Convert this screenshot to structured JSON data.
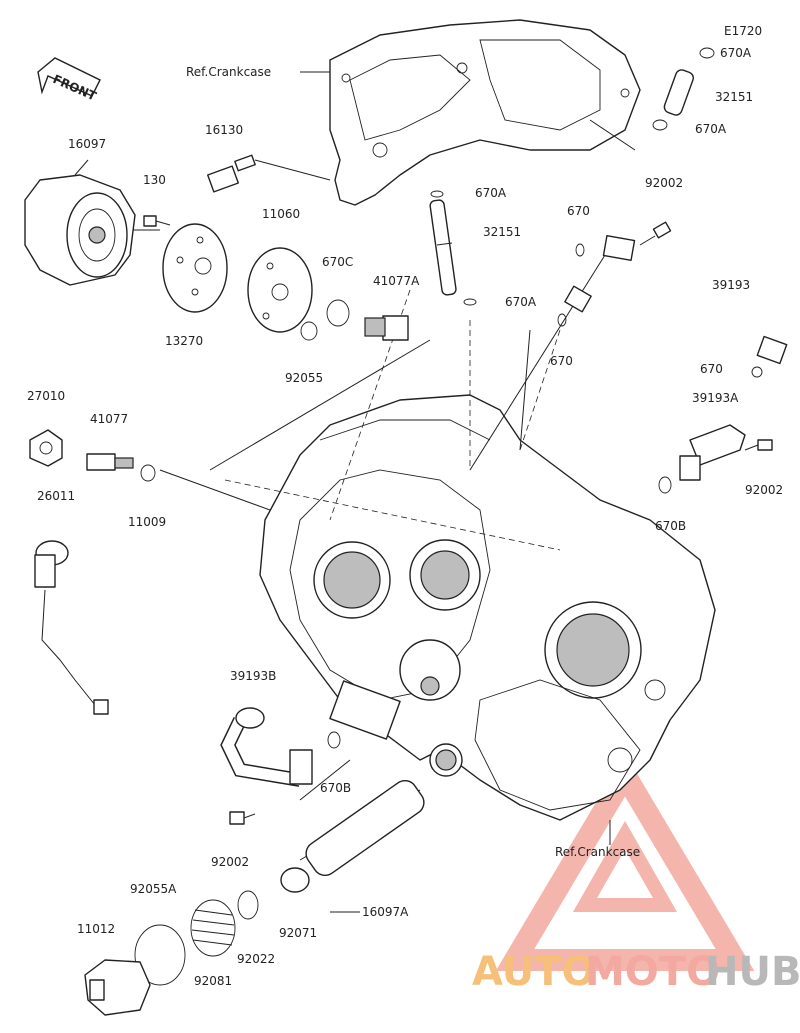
{
  "diagram_code": "E1720",
  "front_label": "FRONT",
  "refs": {
    "top": "Ref.Crankcase",
    "bottom": "Ref.Crankcase"
  },
  "parts": {
    "p16097": "16097",
    "p130": "130",
    "p13270": "13270",
    "p16130": "16130",
    "p11060": "11060",
    "p670C": "670C",
    "p41077A": "41077A",
    "p92055": "92055",
    "p670A_1": "670A",
    "p32151_1": "32151",
    "p670A_2": "670A",
    "p670A_3": "670A",
    "p32151_2": "32151",
    "p670A_4": "670A",
    "p670_1": "670",
    "p92002_1": "92002",
    "p39193": "39193",
    "p670_2": "670",
    "p670_3": "670",
    "p39193A": "39193A",
    "p92002_2": "92002",
    "p670B_1": "670B",
    "p27010": "27010",
    "p41077": "41077",
    "p11009": "11009",
    "p26011": "26011",
    "p39193B": "39193B",
    "p670B_2": "670B",
    "p92002_3": "92002",
    "p92055A": "92055A",
    "p11012": "11012",
    "p92081": "92081",
    "p92022": "92022",
    "p92071": "92071",
    "p16097A": "16097A"
  },
  "watermark": {
    "part1": "AUTO",
    "part2": "MOTO",
    "part3": "HUB",
    "color_main": "#f3a99f",
    "color_accent": "#f6c07a",
    "color_dark": "#b8b8b8"
  }
}
